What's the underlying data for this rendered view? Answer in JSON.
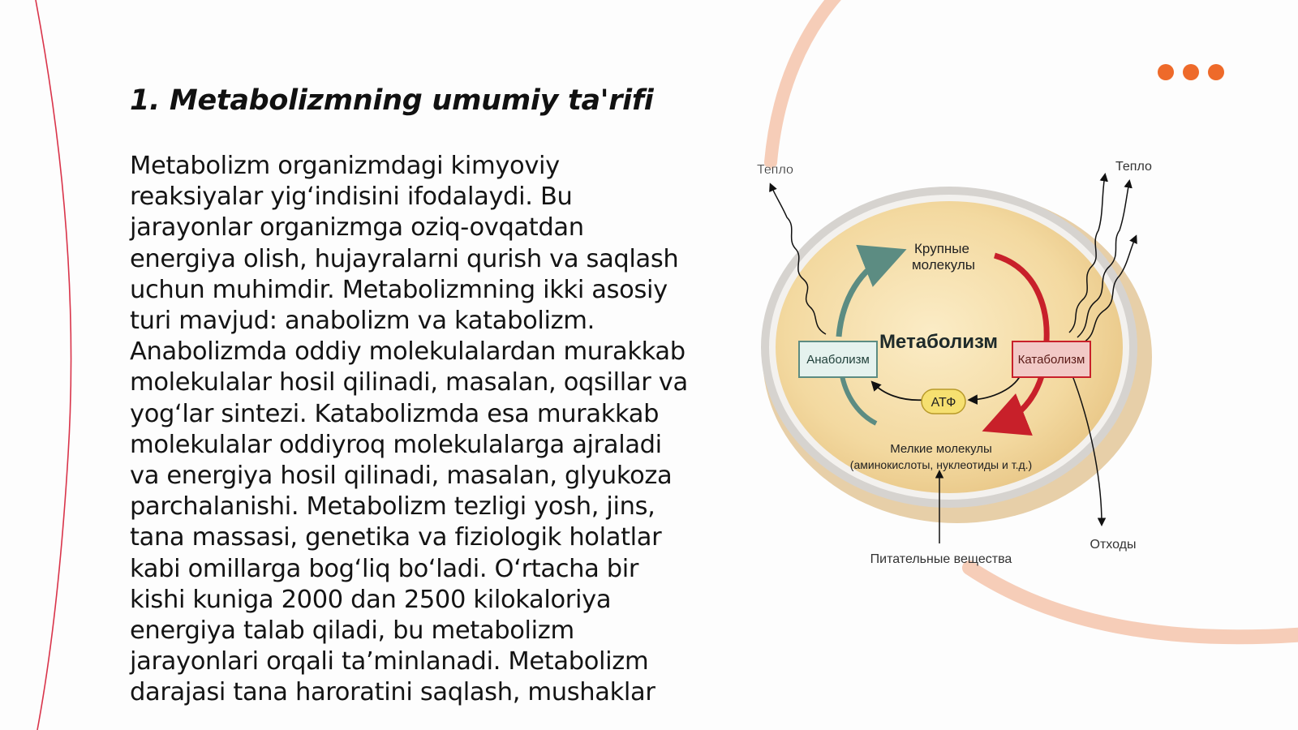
{
  "slide": {
    "title": "1. Metabolizmning umumiy ta'rifi",
    "body": "Metabolizm organizmdagi kimyoviy reaksiyalar yig‘indisini ifodalaydi. Bu jarayonlar organizmga oziq-ovqatdan energiya olish, hujayralarni qurish va saqlash uchun muhimdir. Metabolizmning ikki asosiy turi mavjud: anabolizm va katabolizm. Anabolizmda oddiy molekulalardan murakkab molekulalar hosil qilinadi, masalan, oqsillar va yog‘lar sintezi. Katabolizmda esa murakkab molekulalar oddiyroq molekulalarga ajraladi va energiya hosil qilinadi, masalan, glyukoza parchalanishi. Metabolizm tezligi yosh, jins, tana massasi, genetika va fiziologik holatlar kabi omillarga bog‘liq bo‘ladi. O‘rtacha bir kishi kuniga 2000 dan 2500 kilokaloriya energiya talab qiladi, bu metabolizm jarayonlari orqali ta’minlanadi. Metabolizm darajasi tana haroratini saqlash, mushaklar"
  },
  "diagram": {
    "heat_left": "Тепло",
    "heat_right": "Тепло",
    "large_molecules_line1": "Крупные",
    "large_molecules_line2": "молекулы",
    "center": "Метаболизм",
    "anabolism": "Анаболизм",
    "catabolism": "Катаболизм",
    "atp": "АТФ",
    "small_molecules_line1": "Мелкие молекулы",
    "small_molecules_line2": "(аминокислоты, нуклеотиды и т.д.)",
    "nutrients": "Питательные вещества",
    "waste": "Отходы"
  },
  "colors": {
    "accent": "#ee6a2a",
    "decor_arc": "#f6cdb8",
    "left_line": "#d9344a",
    "anabolism_arrow": "#5c8c82",
    "catabolism_arrow": "#c8202a"
  }
}
